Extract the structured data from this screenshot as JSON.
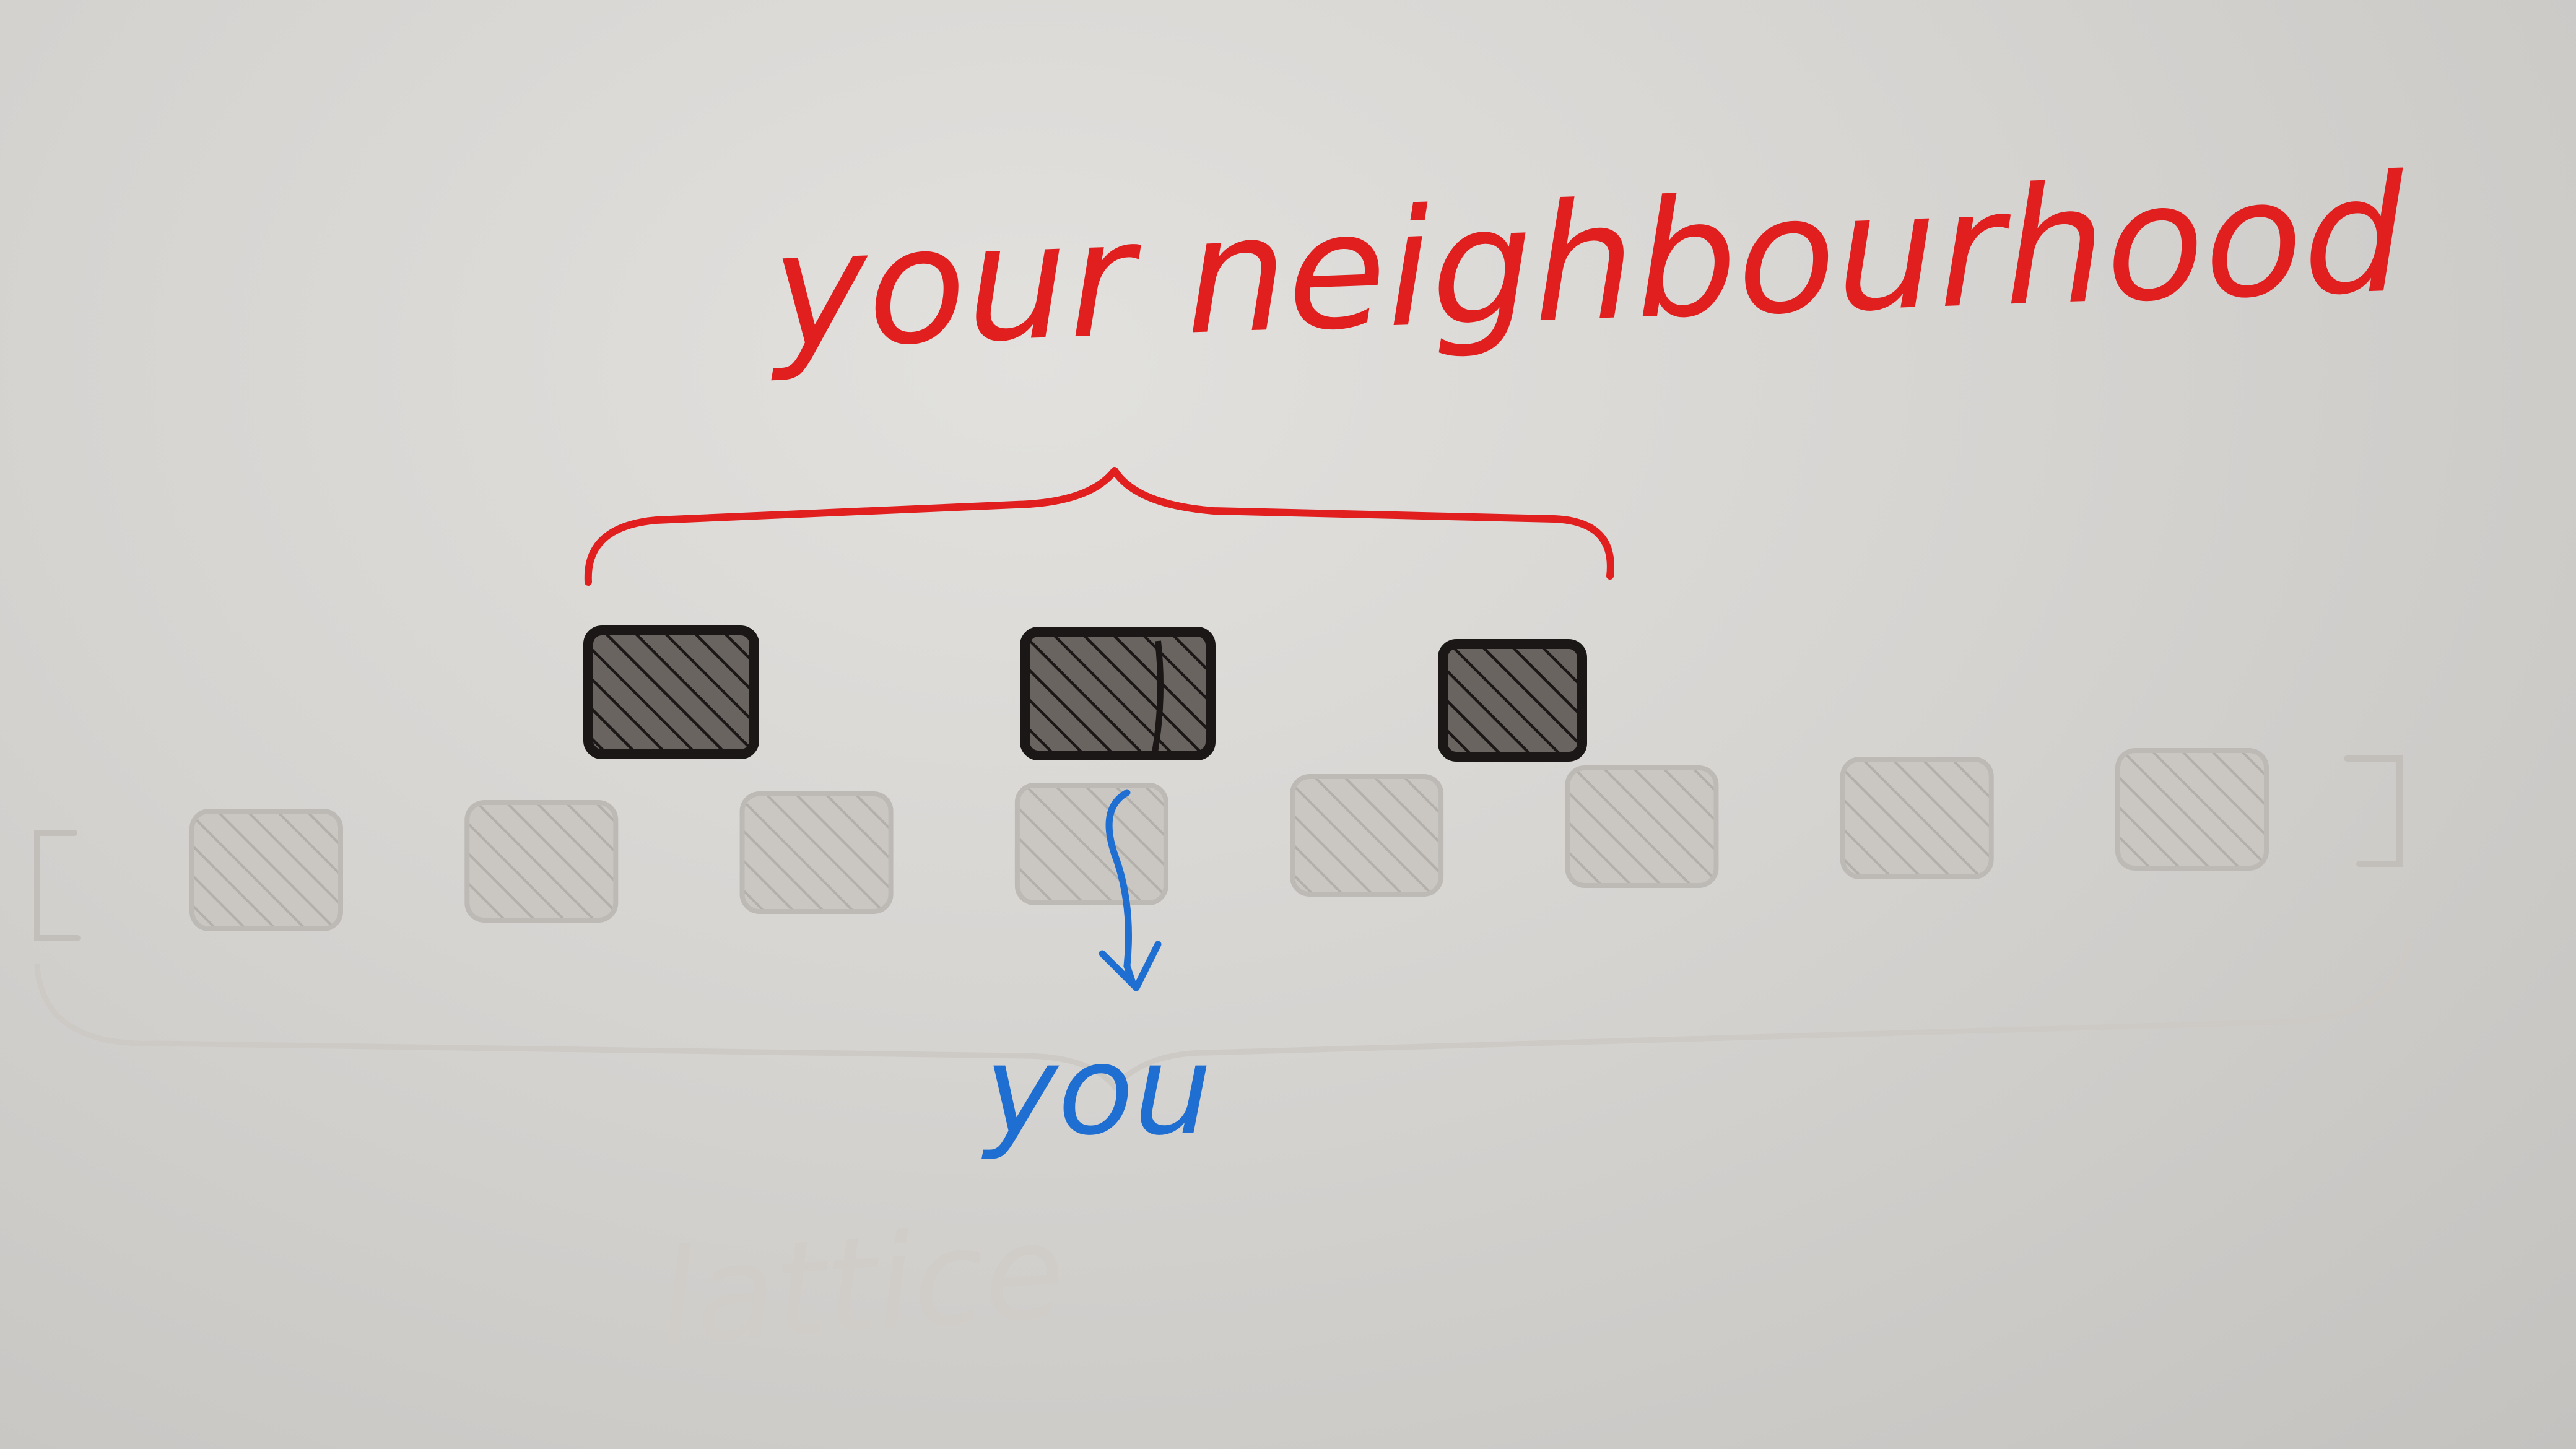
{
  "annotations": {
    "neighbourhood_label": "your neighbourhood",
    "you_label": "you",
    "faded_label": "lattice"
  },
  "colors": {
    "neighbourhood_ink": "#e21f1f",
    "you_ink": "#1f6fd2",
    "cell_ink": "#1b1716",
    "cell_fill": "#5a5552",
    "faded_ink": "#bdbab6",
    "paper": "#dcdad7"
  },
  "lattice": {
    "cell_count": 8,
    "you_cell_index": 3,
    "neighbourhood_size": 3
  }
}
